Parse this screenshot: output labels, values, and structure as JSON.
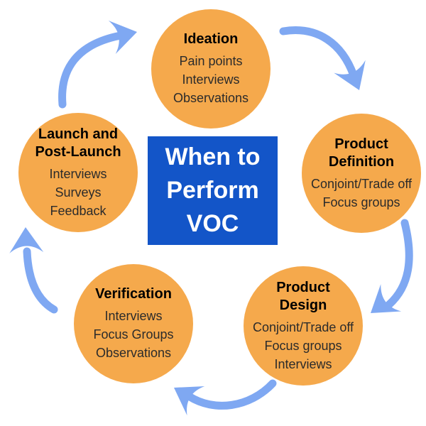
{
  "colors": {
    "background": "#FFFFFF",
    "circle": "#F5A94C",
    "center": "#1355C8",
    "arrow": "#7FA8F2",
    "heading_text": "#000000",
    "body_text": "#2B2B2B",
    "center_text": "#FFFFFF"
  },
  "center": {
    "lines": [
      "When to",
      "Perform",
      "VOC"
    ]
  },
  "stages": [
    {
      "name": "Ideation",
      "heading_lines": [
        "Ideation"
      ],
      "items": [
        "Pain points",
        "Interviews",
        "Observations"
      ]
    },
    {
      "name": "Product Definition",
      "heading_lines": [
        "Product",
        "Definition"
      ],
      "items": [
        "Conjoint/Trade off",
        "Focus groups"
      ]
    },
    {
      "name": "Product Design",
      "heading_lines": [
        "Product",
        "Design"
      ],
      "items": [
        "Conjoint/Trade off",
        "Focus groups",
        "Interviews"
      ]
    },
    {
      "name": "Verification",
      "heading_lines": [
        "Verification"
      ],
      "items": [
        "Interviews",
        "Focus Groups",
        "Observations"
      ]
    },
    {
      "name": "Launch and Post-Launch",
      "heading_lines": [
        "Launch and",
        "Post-Launch"
      ],
      "items": [
        "Interviews",
        "Surveys",
        "Feedback"
      ]
    }
  ],
  "arrows": [
    "launch-to-ideation",
    "ideation-to-product-definition",
    "product-definition-to-product-design",
    "product-design-to-verification",
    "verification-to-launch"
  ]
}
